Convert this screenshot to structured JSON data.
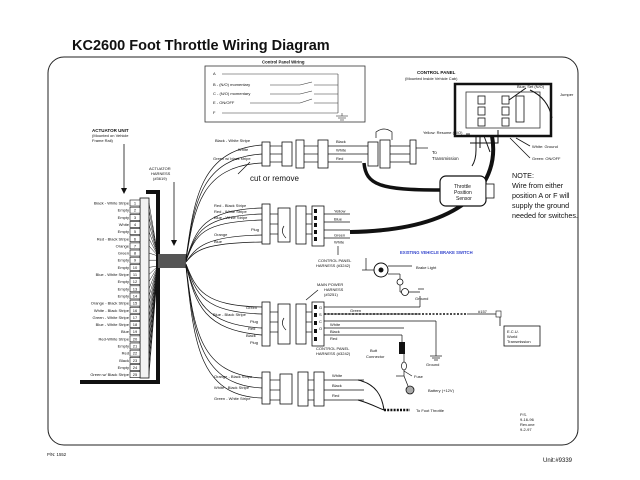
{
  "title": "KC2600  Foot Throttle Wiring Diagram",
  "control_panel_wiring": {
    "title": "Control Panel Wiring",
    "rows": [
      "A",
      "B - (N/O) momentary",
      "C - (N/O) momentary",
      "E - ON/OFF",
      "F"
    ]
  },
  "control_panel": {
    "title": "CONTROL PANEL",
    "subtitle": "(Mounted Inside Vehicle Cab)",
    "blue_set": "Blue: Set (N/O)",
    "jumper": "Jumper",
    "yellow_resume": "Yellow: Resume (N/O)",
    "white_ground": "White: Ground",
    "green_onoff": "Green: ON/OFF"
  },
  "actuator_unit": {
    "title": "ACTUATOR UNIT",
    "sub1": "(Mounted on Vehicle",
    "sub2": "Frame Rail)"
  },
  "actuator_harness": {
    "line1": "ACTUATOR",
    "line2": "HARNESS",
    "line3": "(#3619)"
  },
  "pins": [
    {
      "label": "Black - White Stripe",
      "num": "1"
    },
    {
      "label": "Empty",
      "num": "2"
    },
    {
      "label": "Empty",
      "num": "3"
    },
    {
      "label": "White",
      "num": "4"
    },
    {
      "label": "Empty",
      "num": "5"
    },
    {
      "label": "Red - Black Stripe",
      "num": "6"
    },
    {
      "label": "Orange",
      "num": "7"
    },
    {
      "label": "Green",
      "num": "8"
    },
    {
      "label": "Empty",
      "num": "9"
    },
    {
      "label": "Empty",
      "num": "10"
    },
    {
      "label": "Blue - White Stripe",
      "num": "11"
    },
    {
      "label": "Empty",
      "num": "12"
    },
    {
      "label": "Empty",
      "num": "13"
    },
    {
      "label": "Empty",
      "num": "14"
    },
    {
      "label": "Orange - Black Stripe",
      "num": "15"
    },
    {
      "label": "White - Black Stripe",
      "num": "16"
    },
    {
      "label": "Green - White Stripe",
      "num": "17"
    },
    {
      "label": "Blue - White Stripe",
      "num": "18"
    },
    {
      "label": "Blue",
      "num": "19"
    },
    {
      "label": "Red-White Stripe",
      "num": "20"
    },
    {
      "label": "Empty",
      "num": "21"
    },
    {
      "label": "Red",
      "num": "22"
    },
    {
      "label": "Black",
      "num": "23"
    },
    {
      "label": "Empty",
      "num": "24"
    },
    {
      "label": "Green w/ Black Stripe",
      "num": "25"
    }
  ],
  "tps_group": {
    "wires": [
      "Black - White Stripe",
      "White",
      "Green w/ black stripe"
    ],
    "right_wires": [
      "Black",
      "White",
      "Red"
    ],
    "cut_or_remove": "cut or remove",
    "to_transmission_1": "To",
    "to_transmission_2": "Transmission",
    "tps_line1": "Throttle",
    "tps_line2": "Position",
    "tps_line3": "Sensor"
  },
  "note": {
    "l1": "NOTE:",
    "l2": "Wire from either",
    "l3": "position A or F will",
    "l4": "supply the ground",
    "l5": "needed for switches."
  },
  "cp_group": {
    "wires": [
      "Red - Black Stripe",
      "Red - White Stripe",
      "Blue - White Stripe",
      "Orange",
      "Blue"
    ],
    "plug": "Plug",
    "right_wires": [
      "Yellow",
      "Blue",
      "Green",
      "White"
    ],
    "harness_1": "CONTROL PANEL",
    "harness_2": "HARNESS (#3242)"
  },
  "brake": {
    "title": "EXISTING VEHICLE BRAKE SWITCH",
    "light": "Brake Light",
    "ground": "Ground"
  },
  "main_group": {
    "harness_1": "MAIN POWER",
    "harness_2": "HARNESS",
    "harness_3": "(#3251)",
    "wires": [
      "Green",
      "Blue - Black Stripe",
      "Plug",
      "Red",
      "Black",
      "Plug"
    ],
    "pins_right": [
      "G",
      "S",
      "C",
      "O"
    ],
    "right_wires": [
      "Green",
      "White",
      "Black",
      "Red"
    ],
    "harness_b_1": "CONTROL PANEL",
    "harness_b_2": "HARNESS (#3242)",
    "n157": "#157",
    "ecu_1": "E.C.U.",
    "ecu_2": "World",
    "ecu_3": "Transmission",
    "butt_1": "Butt",
    "butt_2": "Connector",
    "ground": "Ground",
    "fuse": "Fuse",
    "battery": "Battery (+12V)"
  },
  "bottom_group": {
    "wires": [
      "Orange - Black Stripe",
      "White - Black Stripe",
      "Green - White Stripe"
    ],
    "right_wires": [
      "White",
      "Black",
      "Red"
    ],
    "to_foot_throttle": "To Foot Throttle"
  },
  "footer": {
    "pn": "P/N: 1552",
    "unit": "Unit:#9339",
    "ps1": "P.S.",
    "ps2": "9-16-96",
    "ps3": "Rev.one",
    "ps4": "9-2-97"
  }
}
